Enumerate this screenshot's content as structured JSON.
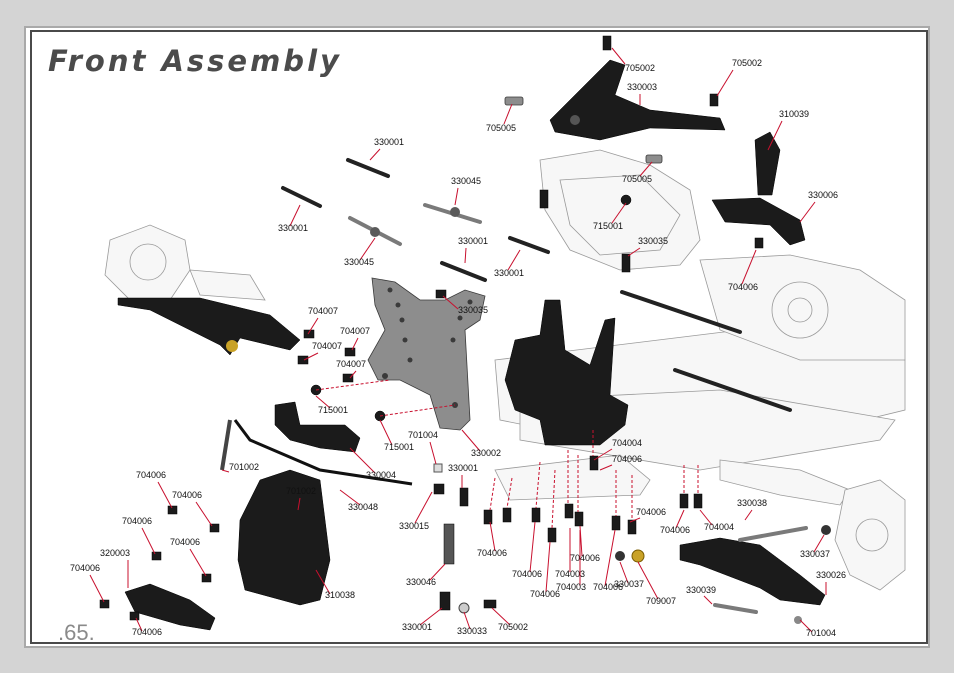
{
  "title": "Front Assembly",
  "page_number": ".65.",
  "colors": {
    "leader": "#c8102e",
    "title": "#4b4b4b",
    "frame": "#4a4a4a",
    "background": "#d4d4d4"
  },
  "labels": [
    {
      "text": "705002"
    },
    {
      "text": "705002"
    },
    {
      "text": "330003"
    },
    {
      "text": "705005"
    },
    {
      "text": "310039"
    },
    {
      "text": "330001"
    },
    {
      "text": "330045"
    },
    {
      "text": "705005"
    },
    {
      "text": "330006"
    },
    {
      "text": "330001"
    },
    {
      "text": "715001"
    },
    {
      "text": "330001"
    },
    {
      "text": "330035"
    },
    {
      "text": "330045"
    },
    {
      "text": "330001"
    },
    {
      "text": "704006"
    },
    {
      "text": "330035"
    },
    {
      "text": "704007"
    },
    {
      "text": "704007"
    },
    {
      "text": "704007"
    },
    {
      "text": "704007"
    },
    {
      "text": "715001"
    },
    {
      "text": "701004"
    },
    {
      "text": "715001"
    },
    {
      "text": "330002"
    },
    {
      "text": "704004"
    },
    {
      "text": "704006"
    },
    {
      "text": "701002"
    },
    {
      "text": "330001"
    },
    {
      "text": "330004"
    },
    {
      "text": "704006"
    },
    {
      "text": "704006"
    },
    {
      "text": "701002"
    },
    {
      "text": "330048"
    },
    {
      "text": "330015"
    },
    {
      "text": "704006"
    },
    {
      "text": "704006"
    },
    {
      "text": "704004"
    },
    {
      "text": "330038"
    },
    {
      "text": "704006"
    },
    {
      "text": "704006"
    },
    {
      "text": "704006"
    },
    {
      "text": "704006"
    },
    {
      "text": "704006"
    },
    {
      "text": "704006"
    },
    {
      "text": "330037"
    },
    {
      "text": "320003"
    },
    {
      "text": "704006"
    },
    {
      "text": "330046"
    },
    {
      "text": "704003"
    },
    {
      "text": "330037"
    },
    {
      "text": "330026"
    },
    {
      "text": "704006"
    },
    {
      "text": "704003"
    },
    {
      "text": "310038"
    },
    {
      "text": "709007"
    },
    {
      "text": "330039"
    },
    {
      "text": "704006"
    },
    {
      "text": "330001"
    },
    {
      "text": "330033"
    },
    {
      "text": "705002"
    },
    {
      "text": "701004"
    }
  ]
}
